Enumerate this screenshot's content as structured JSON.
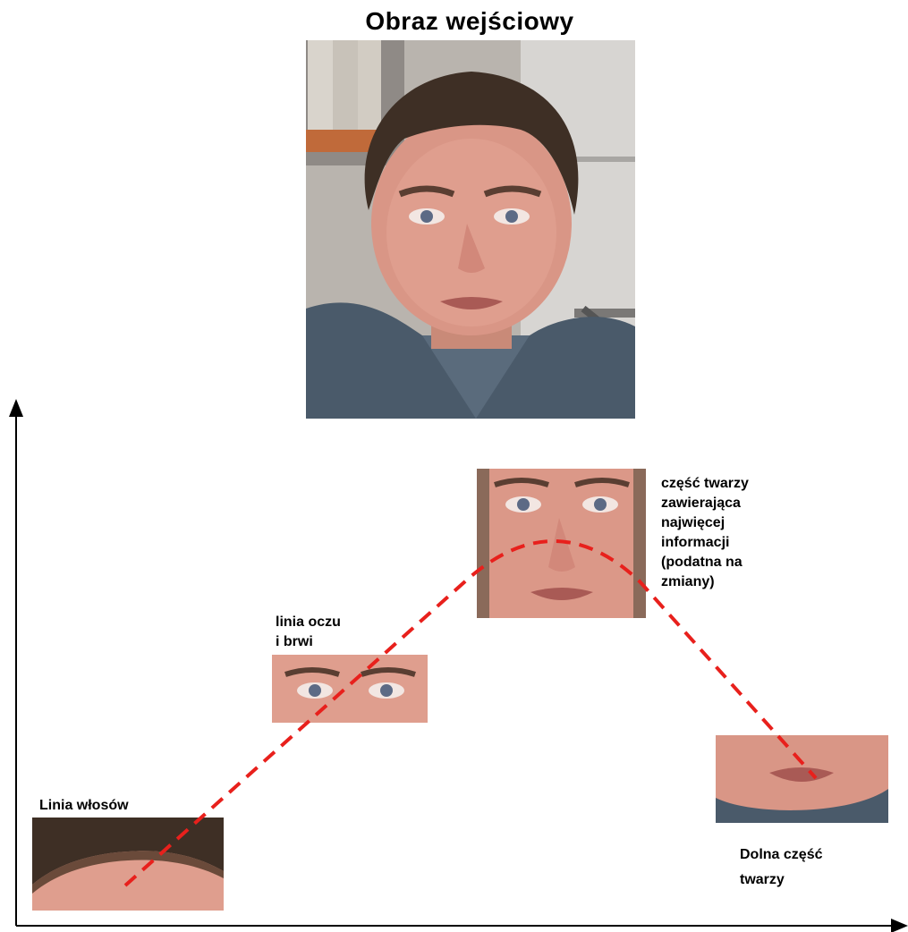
{
  "title": "Obraz wejściowy",
  "labels": {
    "hairline": "Linia włosów",
    "eyes_line1": "linia oczu",
    "eyes_line2": "i brwi",
    "mid_line1": "część twarzy",
    "mid_line2": "zawierająca",
    "mid_line3": "najwięcej",
    "mid_line4": "informacji",
    "mid_line5": "(podatna na",
    "mid_line6": "zmiany)",
    "lower_line1": "Dolna część",
    "lower_line2": "twarzy"
  },
  "colors": {
    "curve": "#e8201c",
    "axis": "#000000"
  }
}
